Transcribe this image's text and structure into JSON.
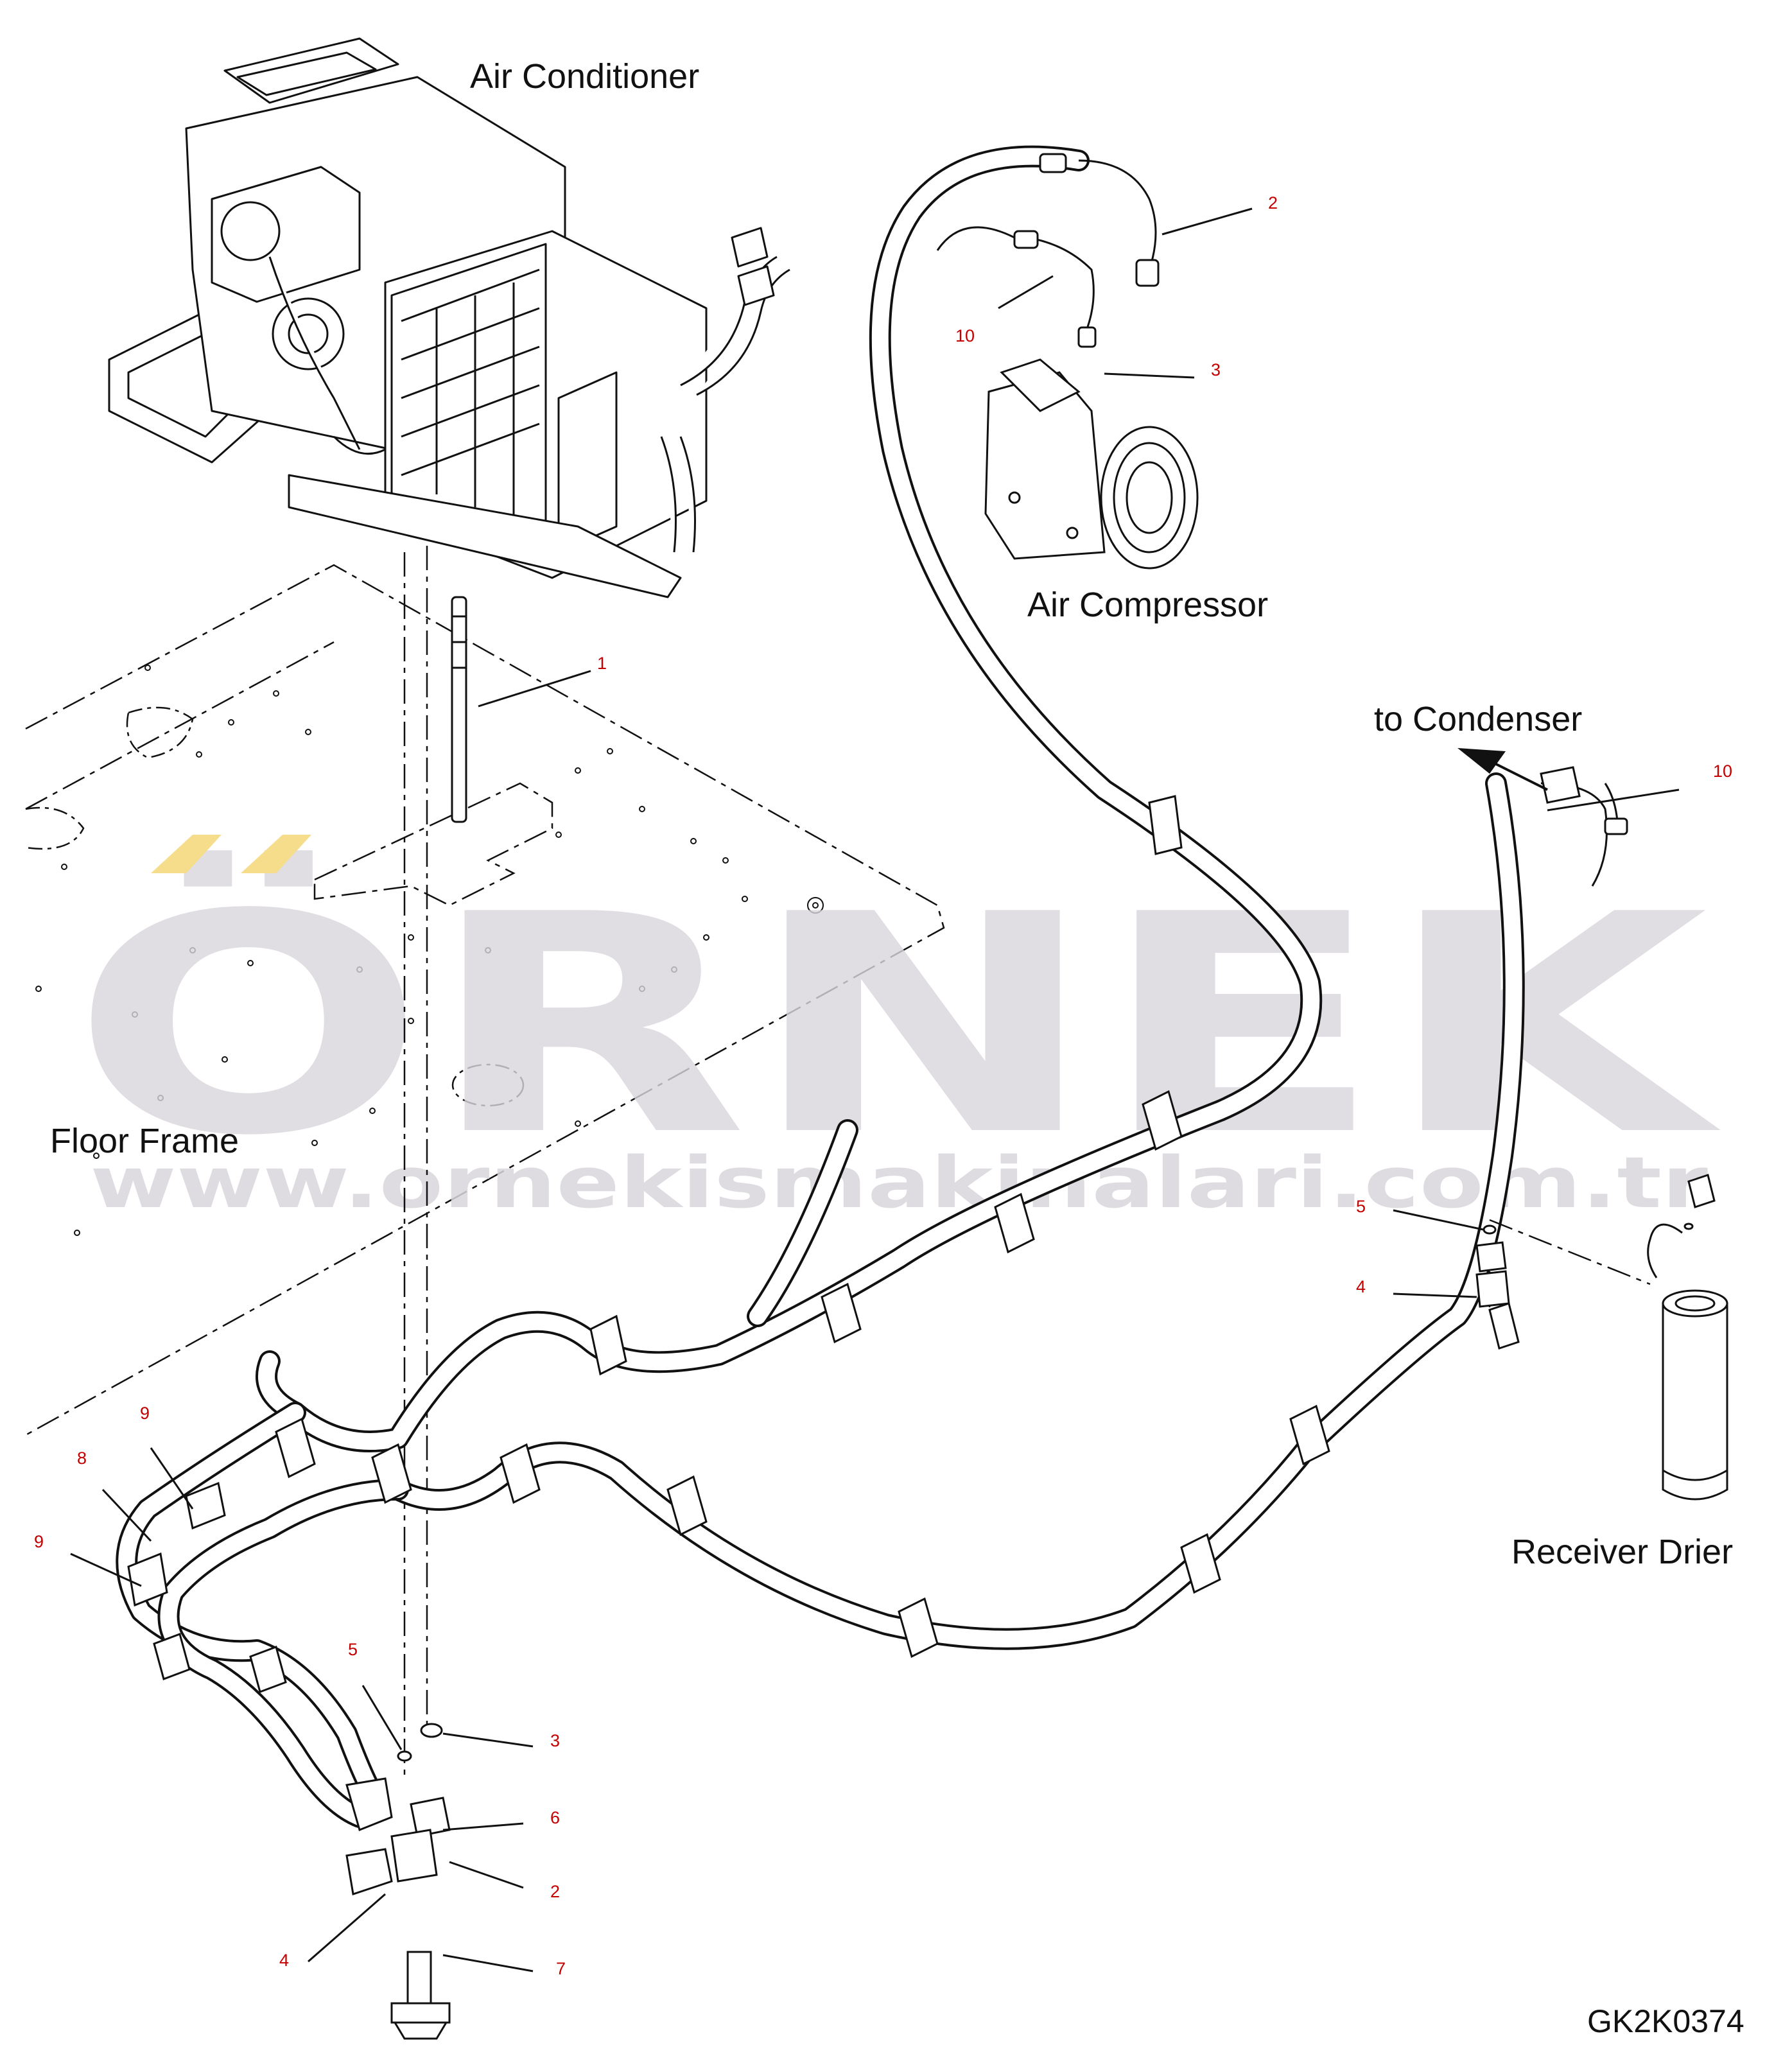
{
  "components": {
    "air_conditioner": "Air Conditioner",
    "air_compressor": "Air Compressor",
    "to_condenser": "to Condenser",
    "floor_frame": "Floor Frame",
    "receiver_drier": "Receiver Drier"
  },
  "callouts": {
    "c1": "1",
    "c2_top": "2",
    "c3_top": "3",
    "c10_top": "10",
    "c10_right": "10",
    "c5_right": "5",
    "c4_right": "4",
    "c9_upper": "9",
    "c8": "8",
    "c9_lower": "9",
    "c5_bottom": "5",
    "c3_bottom": "3",
    "c6": "6",
    "c2_bottom": "2",
    "c4_bottom": "4",
    "c7": "7"
  },
  "drawing_code": "GK2K0374",
  "watermark": {
    "brand": "ÖRNEK",
    "url": "www.ornekismakinalari.com.tr"
  },
  "colors": {
    "line": "#111111",
    "callout": "#c40000",
    "watermark": "#d9d7dc",
    "watermark_accent": "#f6dd8c"
  }
}
